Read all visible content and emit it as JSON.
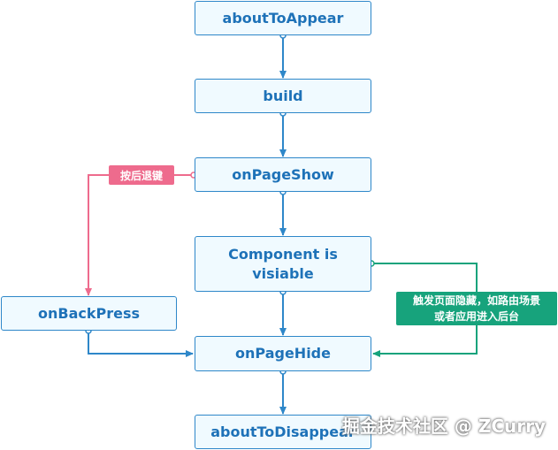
{
  "nodes": {
    "about_to_appear": "aboutToAppear",
    "build": "build",
    "on_page_show": "onPageShow",
    "component_visible": "Component is\nvisiable",
    "on_back_press": "onBackPress",
    "on_page_hide": "onPageHide",
    "about_to_disappear": "aboutToDisappear"
  },
  "edge_labels": {
    "back_key": "按后退键",
    "hide_trigger": "触发页面隐藏，如路由场景\n或者应用进入后台"
  },
  "watermark": "掘金技术社区 @ ZCurry",
  "colors": {
    "node_border": "#2e87c9",
    "node_fill": "#f0faff",
    "node_text": "#1e72b8",
    "main_arrow": "#2e87c9",
    "back_arrow": "#ee6b8d",
    "hide_arrow": "#17a37c"
  }
}
